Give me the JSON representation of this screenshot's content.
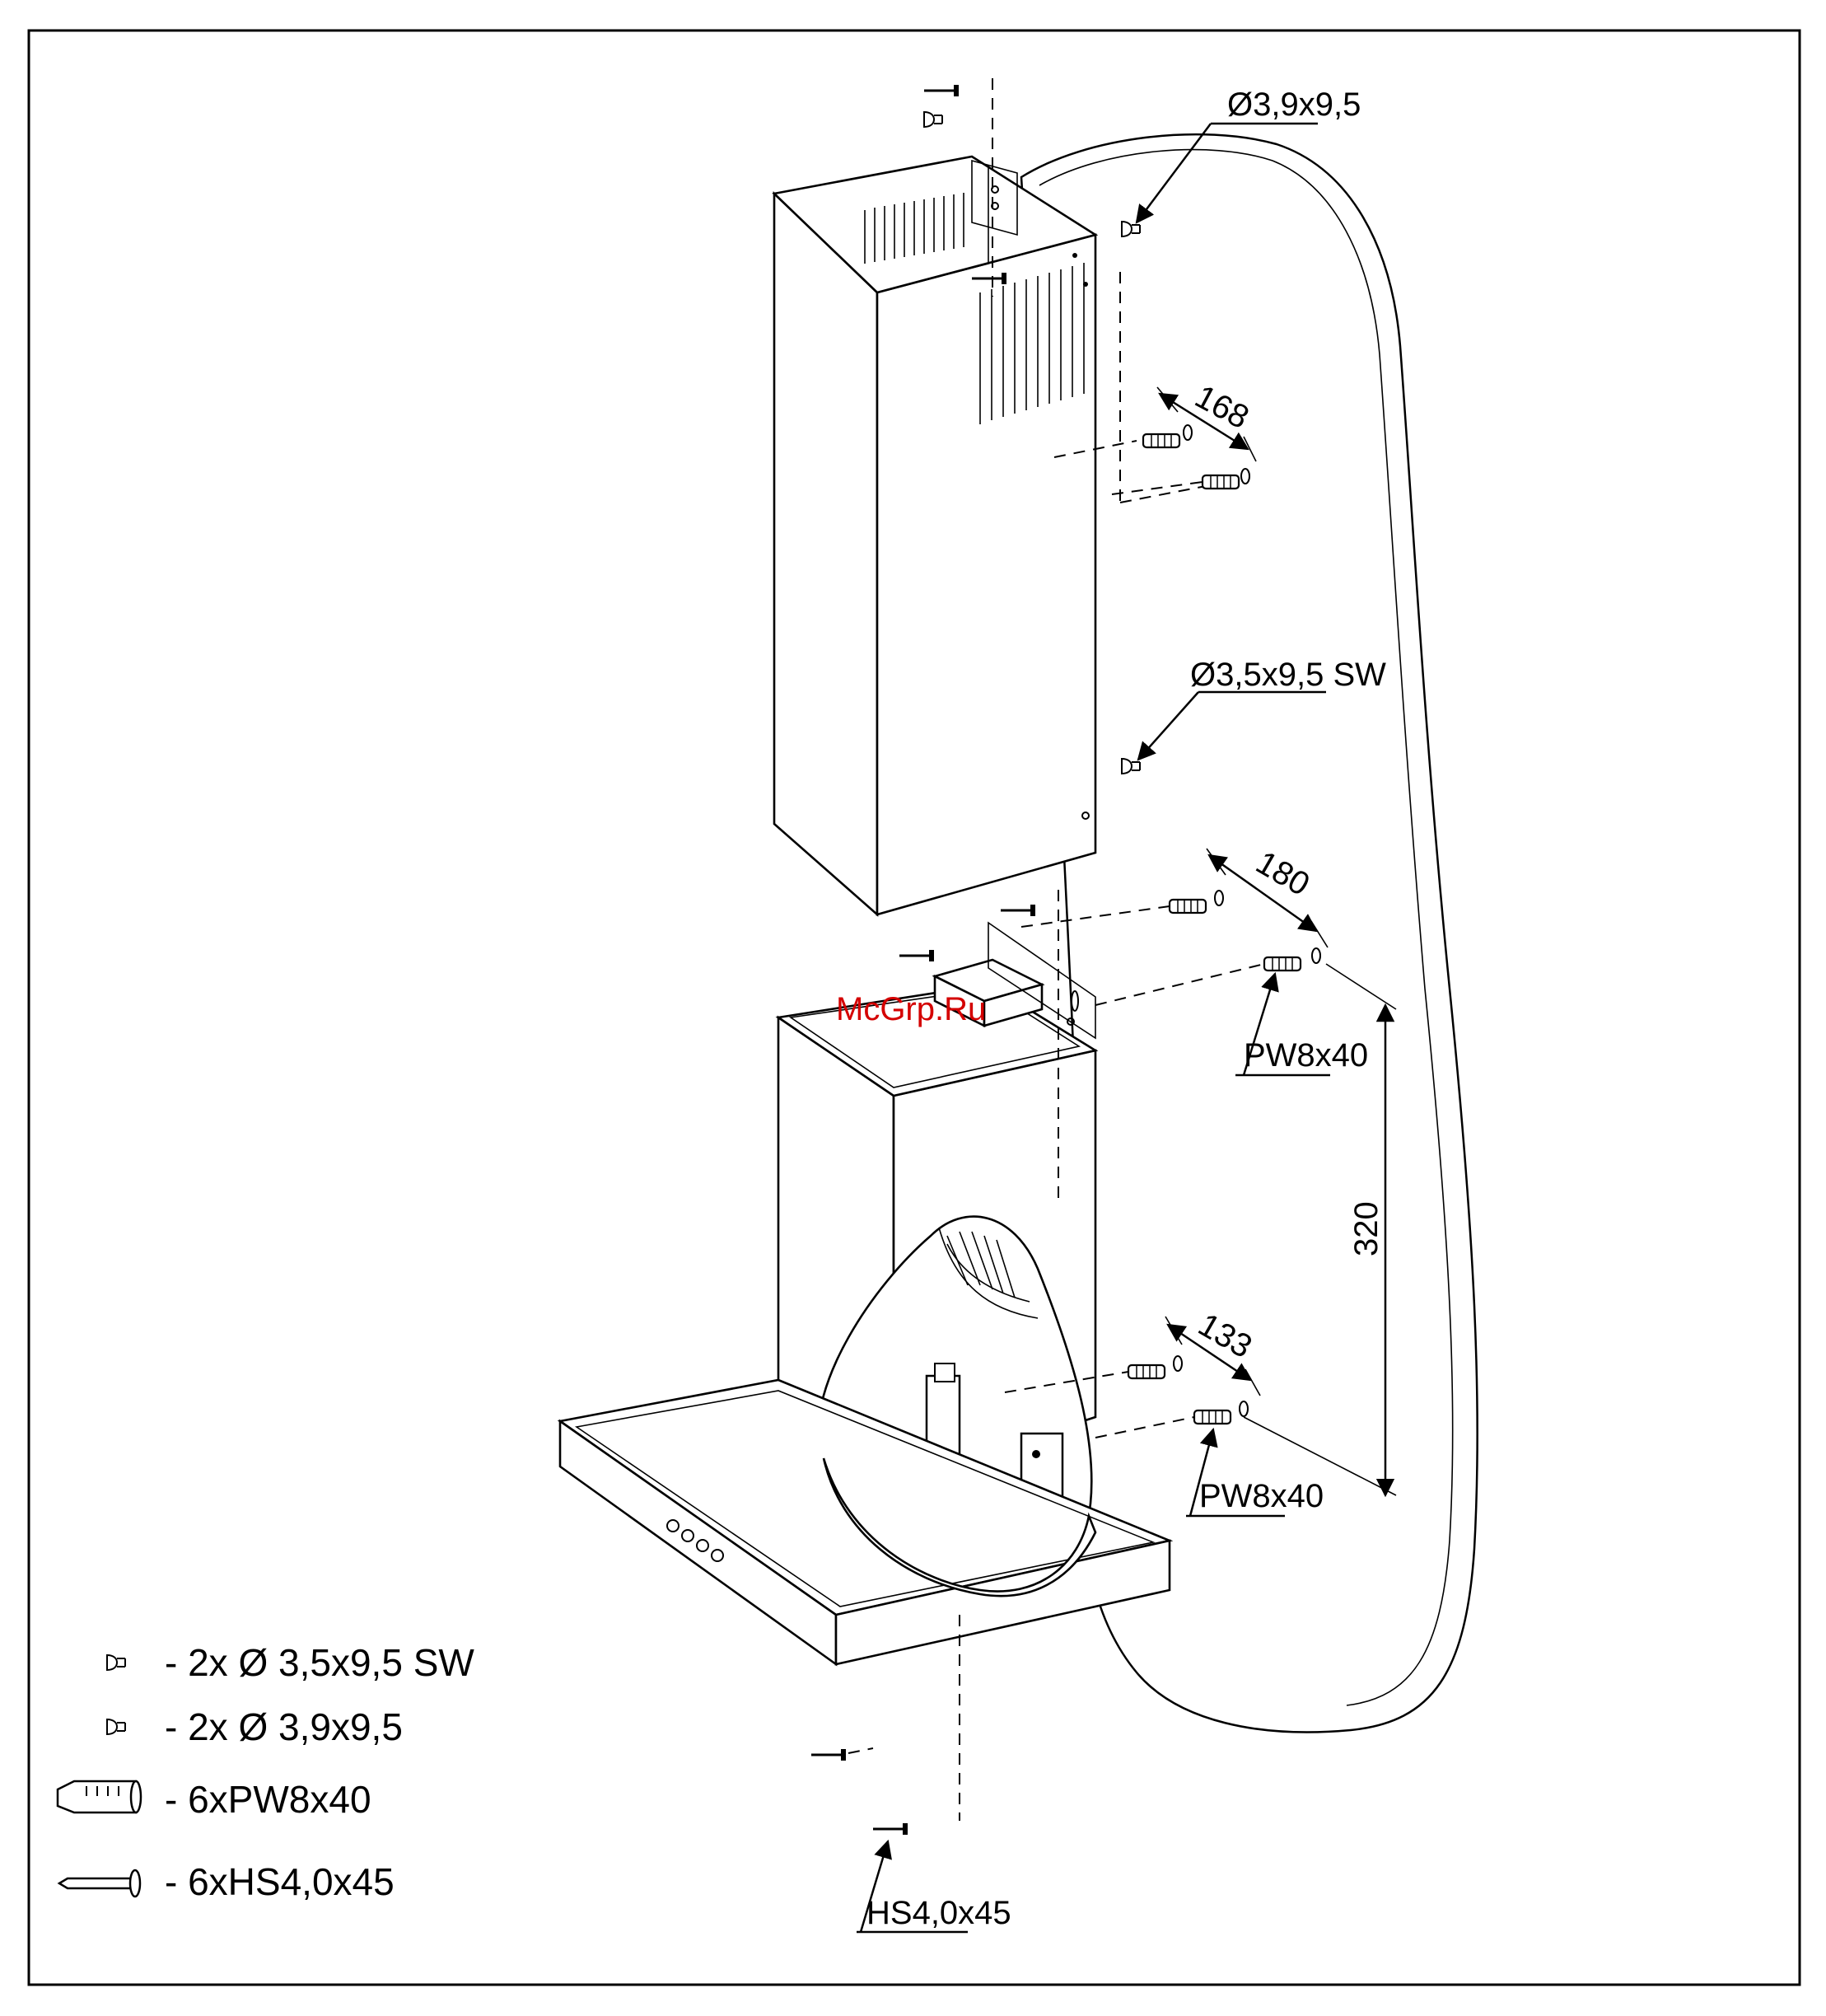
{
  "watermark": "McGrp.Ru",
  "callouts": {
    "screw_39": "Ø3,9x9,5",
    "screw_35_sw": "Ø3,5x9,5 SW",
    "plug_upper": "PW8x40",
    "plug_lower": "PW8x40",
    "wood_screw": "HS4,0x45"
  },
  "dimensions": {
    "d168": "168",
    "d180": "180",
    "d133": "133",
    "d320": "320"
  },
  "legend": [
    {
      "icon": "small-screw-icon",
      "text": "- 2x Ø 3,5x9,5 SW"
    },
    {
      "icon": "small-screw-icon",
      "text": "- 2x Ø 3,9x9,5"
    },
    {
      "icon": "wall-plug-icon",
      "text": "- 6xPW8x40"
    },
    {
      "icon": "long-screw-icon",
      "text": "- 6xHS4,0x45"
    }
  ]
}
